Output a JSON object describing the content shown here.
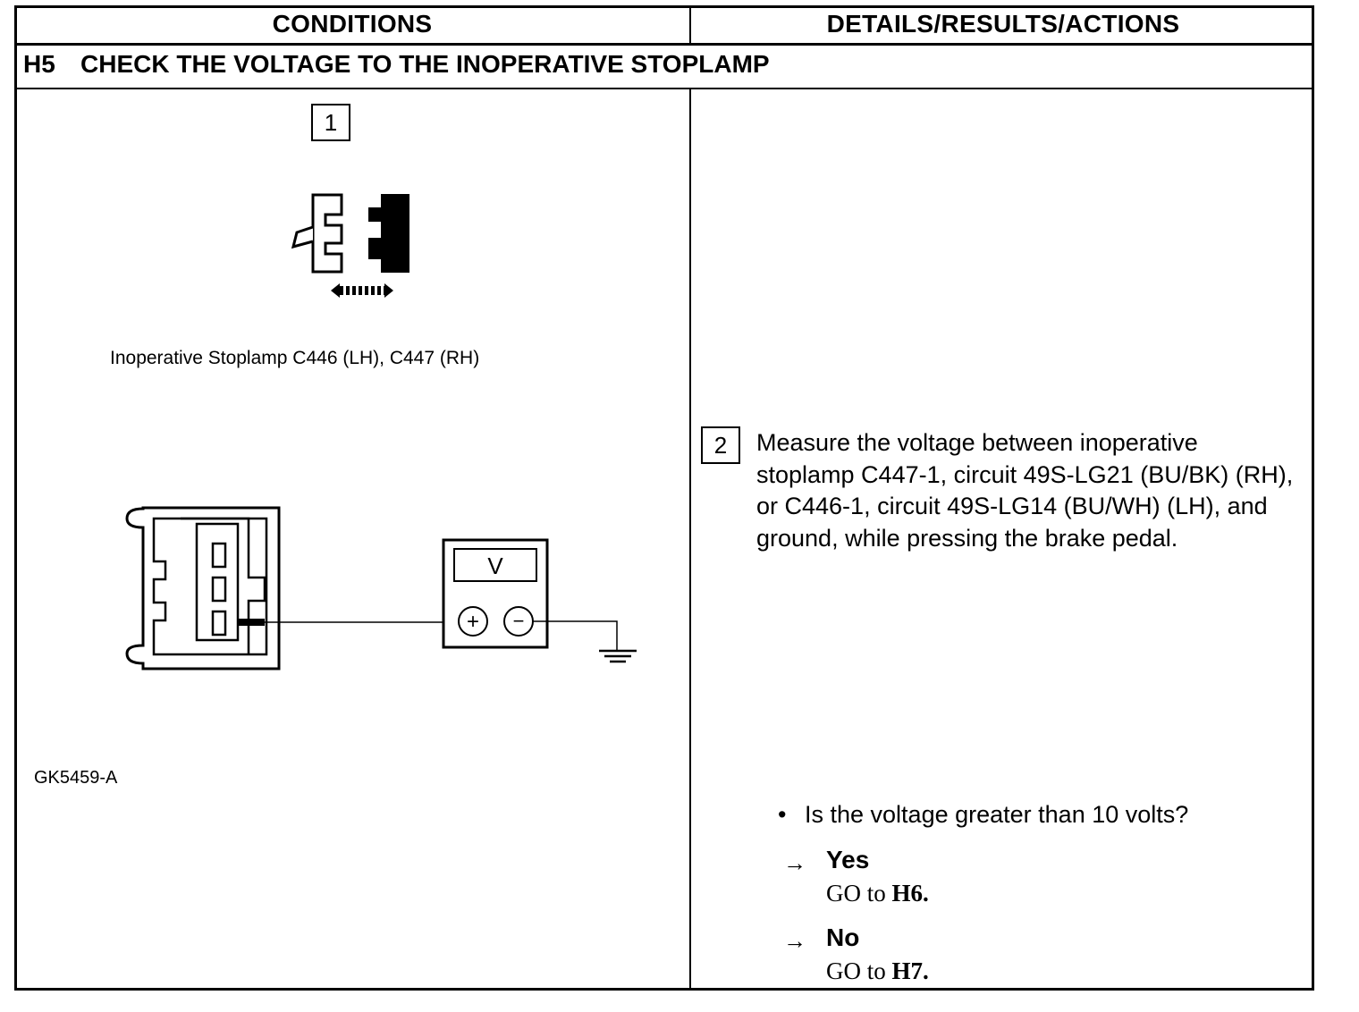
{
  "header": {
    "conditions": "CONDITIONS",
    "details": "DETAILS/RESULTS/ACTIONS"
  },
  "step": {
    "id": "H5",
    "title": "CHECK THE VOLTAGE TO THE INOPERATIVE STOPLAMP"
  },
  "left": {
    "callout_1": "1",
    "caption": "Inoperative Stoplamp C446 (LH), C447 (RH)",
    "meter_label": "V",
    "plus": "+",
    "minus": "−",
    "figure_id": "GK5459-A"
  },
  "right": {
    "callout_2": "2",
    "instruction": "Measure the voltage between inoperative stoplamp C447-1, circuit 49S-LG21 (BU/BK) (RH), or C446-1, circuit 49S-LG14 (BU/WH) (LH), and ground, while pressing the brake pedal.",
    "bullet": "•",
    "question": "Is the voltage greater than 10 volts?",
    "arrow": "→",
    "yes_label": "Yes",
    "yes_goto_text": "GO to ",
    "yes_goto_target": "H6.",
    "no_label": "No",
    "no_goto_text": "GO to ",
    "no_goto_target": "H7."
  }
}
